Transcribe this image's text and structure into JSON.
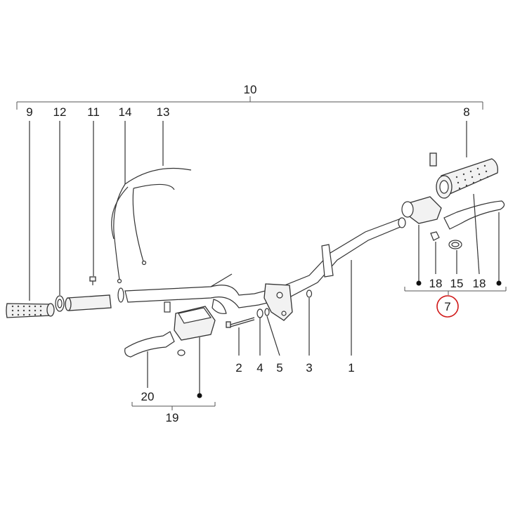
{
  "callouts": {
    "c1": "1",
    "c2": "2",
    "c3": "3",
    "c4": "4",
    "c5": "5",
    "c7": "7",
    "c8": "8",
    "c9": "9",
    "c10": "10",
    "c11": "11",
    "c12": "12",
    "c13": "13",
    "c14": "14",
    "c15": "15",
    "c18a": "18",
    "c18b": "18",
    "c19": "19",
    "c20": "20"
  },
  "highlight": {
    "callout": "7",
    "color": "#d01818"
  }
}
